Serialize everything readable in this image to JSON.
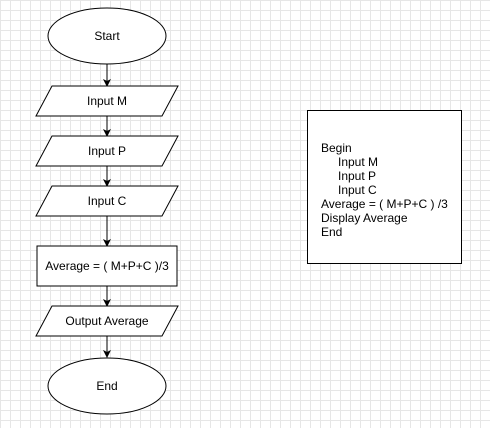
{
  "flowchart": {
    "start": "Start",
    "input_m": "Input M",
    "input_p": "Input P",
    "input_c": "Input C",
    "process": "Average = ( M+P+C )/3",
    "output": "Output Average",
    "end": "End"
  },
  "pseudocode": {
    "lines": [
      {
        "text": "Begin",
        "indent": false
      },
      {
        "text": "Input M",
        "indent": true
      },
      {
        "text": "Input P",
        "indent": true
      },
      {
        "text": "Input C",
        "indent": true
      },
      {
        "text": "Average = ( M+P+C ) /3",
        "indent": false
      },
      {
        "text": "Display Average",
        "indent": false
      },
      {
        "text": "End",
        "indent": false
      }
    ]
  }
}
